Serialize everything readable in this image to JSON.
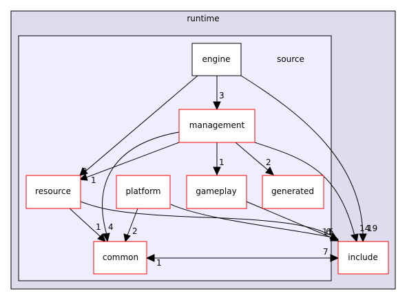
{
  "colors": {
    "outer_fill": "#dddded",
    "inner_fill": "#eeeeff",
    "node_border_red": "#ff0000",
    "node_border_black": "#000000",
    "node_fill": "#ffffff"
  },
  "clusters": {
    "outer_label": "runtime",
    "inner_label": "source"
  },
  "nodes": {
    "engine": "engine",
    "management": "management",
    "resource": "resource",
    "platform": "platform",
    "gameplay": "gameplay",
    "generated": "generated",
    "common": "common",
    "include": "include"
  },
  "edge_labels": {
    "engine_management": "3",
    "engine_resource": "2",
    "engine_include": "14",
    "management_resource": "1",
    "management_common": "4",
    "management_gameplay": "1",
    "management_generated": "2",
    "management_include": "19",
    "resource_common": "1",
    "resource_include": "11",
    "platform_common": "2",
    "platform_include": "5",
    "gameplay_include": "6",
    "common_include": "7",
    "include_common": "1"
  }
}
